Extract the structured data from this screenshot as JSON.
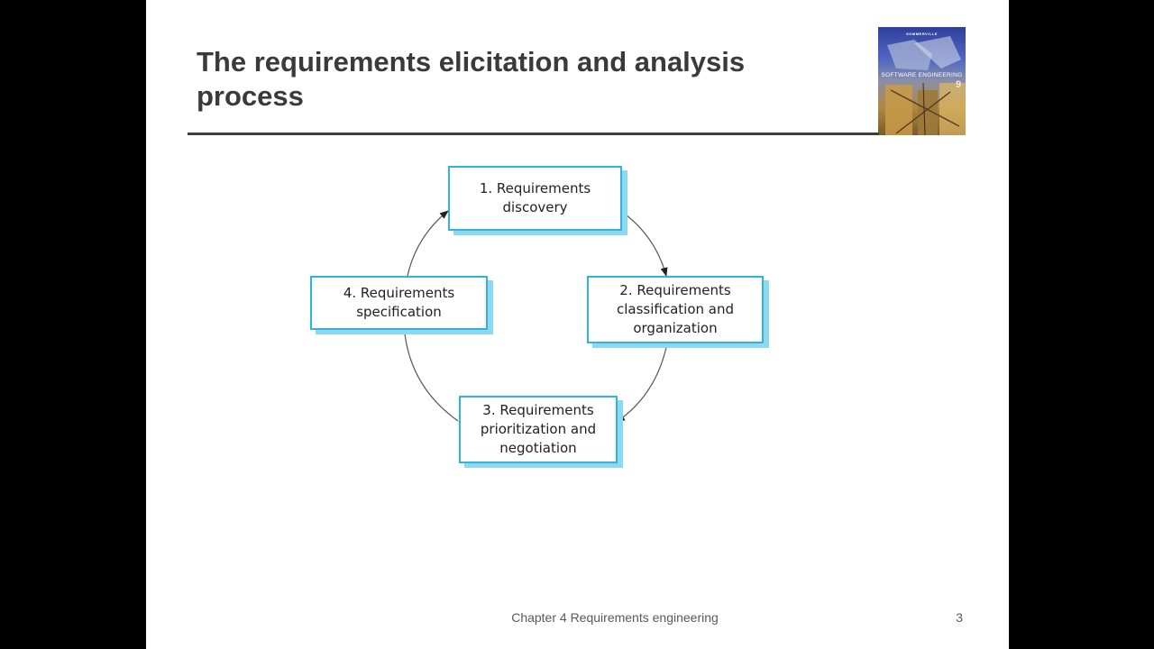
{
  "slide": {
    "title": "The requirements elicitation and analysis process",
    "footer": "Chapter 4 Requirements engineering",
    "page_number": "3"
  },
  "book_cover": {
    "author": "SOMMERVILLE",
    "title": "SOFTWARE ENGINEERING",
    "edition": "9"
  },
  "diagram": {
    "nodes": [
      {
        "id": "discovery",
        "label": "1. Requirements\ndiscovery"
      },
      {
        "id": "classification",
        "label": "2. Requirements\nclassification and\norganization"
      },
      {
        "id": "prioritization",
        "label": "3. Requirements\nprioritization and\nnegotiation"
      },
      {
        "id": "specification",
        "label": "4. Requirements\nspecification"
      }
    ],
    "edges": [
      {
        "from": "discovery",
        "to": "classification"
      },
      {
        "from": "classification",
        "to": "prioritization"
      },
      {
        "from": "prioritization",
        "to": "specification"
      },
      {
        "from": "specification",
        "to": "discovery"
      }
    ],
    "colors": {
      "node_border": "#2fb4dd",
      "node_shadow": "#8fd8ee",
      "edge": "#555555"
    }
  }
}
